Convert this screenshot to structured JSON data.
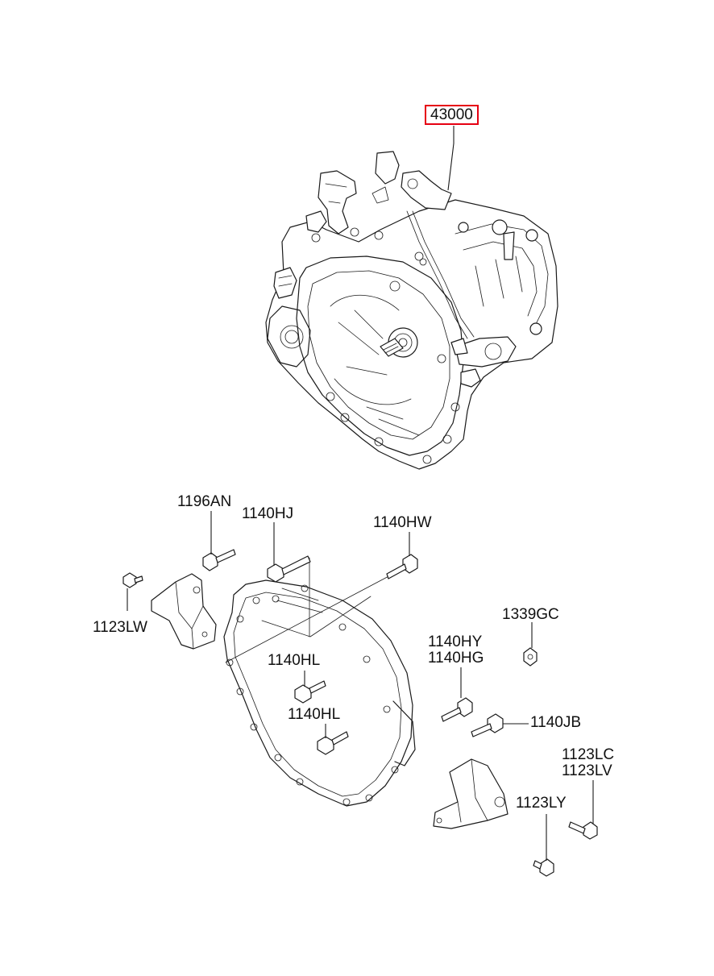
{
  "labels": {
    "main_assembly": "43000",
    "l_1196AN": "1196AN",
    "l_1140HJ": "1140HJ",
    "l_1140HW": "1140HW",
    "l_1123LW": "1123LW",
    "l_1339GC": "1339GC",
    "l_1140HY": "1140HY",
    "l_1140HG": "1140HG",
    "l_1140HL_a": "1140HL",
    "l_1140HL_b": "1140HL",
    "l_1140JB": "1140JB",
    "l_1123LC": "1123LC",
    "l_1123LV": "1123LV",
    "l_1123LY": "1123LY"
  },
  "colors": {
    "highlight": "#e60012",
    "line": "#1a1a1a",
    "background": "#ffffff"
  }
}
